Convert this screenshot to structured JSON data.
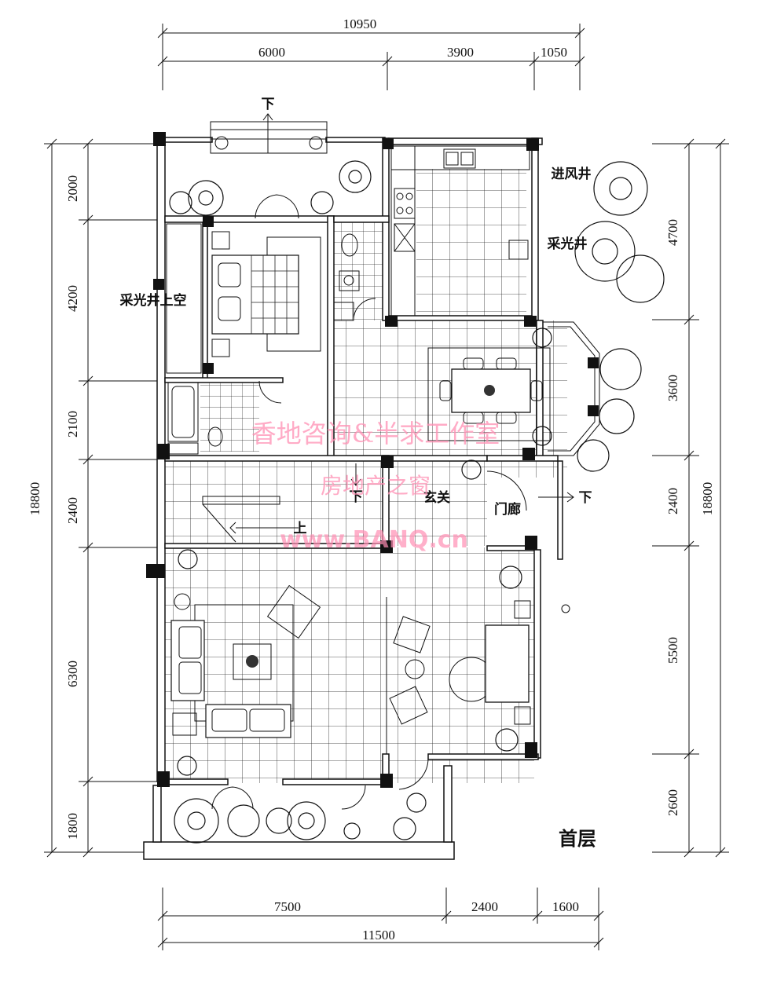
{
  "dimensions": {
    "top_total": "10950",
    "top_segments": [
      "6000",
      "3900",
      "1050"
    ],
    "bottom_total": "11500",
    "bottom_segments": [
      "7500",
      "2400",
      "1600"
    ],
    "left_total": "18800",
    "left_segments": [
      "2000",
      "4200",
      "2100",
      "2400",
      "6300",
      "1800"
    ],
    "right_total": "18800",
    "right_segments": [
      "4700",
      "3600",
      "2400",
      "5500",
      "2600"
    ]
  },
  "rooms": {
    "light_well_void": "采光井上空",
    "air_intake_shaft": "进风井",
    "light_well": "采光井",
    "foyer": "玄关",
    "porch": "门廊"
  },
  "arrows": {
    "down_top": "下",
    "down_stair": "下",
    "down_porch": "下",
    "up_stair": "上"
  },
  "floor_title": "首层",
  "watermark": {
    "line1": "香地咨询&半求工作室",
    "line2": "房地产之窗",
    "url": "www.BANQ.cn"
  },
  "colors": {
    "ink": "#111111",
    "watermark": "#ff8fb4"
  }
}
